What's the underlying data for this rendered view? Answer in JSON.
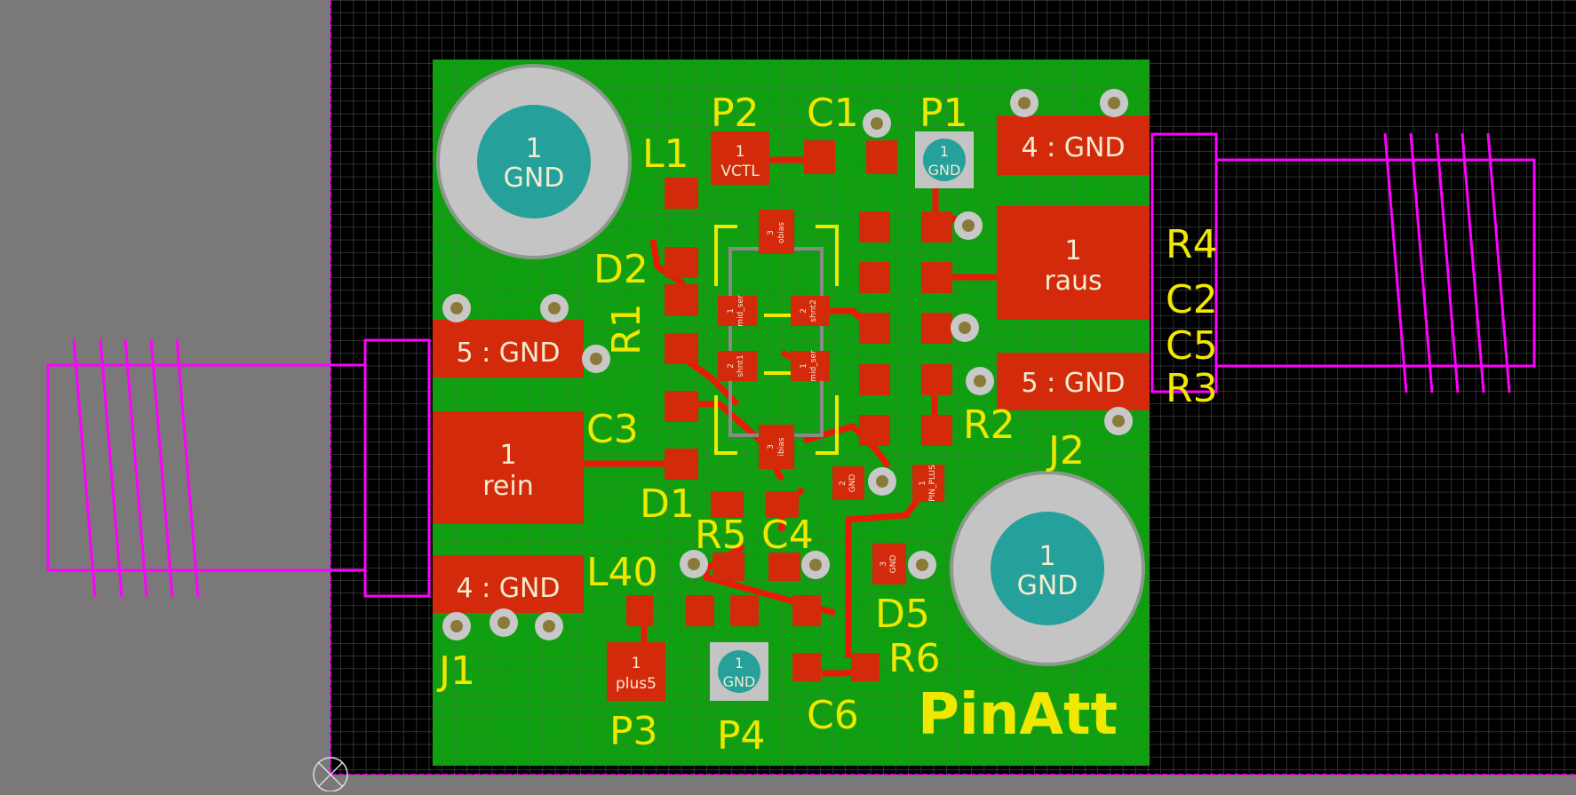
{
  "board": {
    "name": "PinAtt"
  },
  "colors": {
    "workspace": "#7a7878",
    "canvas": "#000000",
    "grid": "#5a5a5a",
    "copper": "#0fa00f",
    "pad": "#d42a0c",
    "silkscreen": "#f0e800",
    "outline": "#ff00ff",
    "via_ring": "#c8c8c8",
    "drill": "#25a09a"
  },
  "references": {
    "P1": "P1",
    "P2": "P2",
    "P3": "P3",
    "P4": "P4",
    "C1": "C1",
    "C2": "C2",
    "C3": "C3",
    "C4": "C4",
    "C5": "C5",
    "C6": "C6",
    "L1": "L1",
    "L40": "L40",
    "D1": "D1",
    "D2": "D2",
    "D5": "D5",
    "R1": "R1",
    "R2": "R2",
    "R3": "R3",
    "R4": "R4",
    "R5": "R5",
    "R6": "R6",
    "J1": "J1",
    "J2": "J2"
  },
  "pads": {
    "hole_tl": {
      "num": "1",
      "net": "GND"
    },
    "hole_br": {
      "num": "1",
      "net": "GND"
    },
    "p1": {
      "num": "1",
      "net": "GND"
    },
    "p2": {
      "num": "1",
      "net": "VCTL"
    },
    "p3": {
      "num": "1",
      "net": "plus5"
    },
    "p4": {
      "num": "1",
      "net": "GND"
    },
    "j2_top": {
      "label": "4 : GND"
    },
    "j2_mid": {
      "num": "1",
      "net": "raus"
    },
    "j2_bot": {
      "label": "5 : GND"
    },
    "j1_top": {
      "label": "5 : GND"
    },
    "j1_mid": {
      "num": "1",
      "net": "rein"
    },
    "j1_bot": {
      "label": "4 : GND"
    },
    "u_obias": {
      "num": "3",
      "net": "obias"
    },
    "u_mid_ser_a": {
      "num": "1",
      "net": "mid_ser"
    },
    "u_shnt2": {
      "num": "2",
      "net": "shnt2"
    },
    "u_shnt1": {
      "num": "2",
      "net": "shnt1"
    },
    "u_mid_ser_b": {
      "num": "1",
      "net": "mid_ser"
    },
    "u_ibias": {
      "num": "3",
      "net": "ibias"
    },
    "d5_gnd2": {
      "num": "2",
      "net": "GND"
    },
    "d5_pin_plus": {
      "num": "1",
      "net": "PIN_PLUS"
    },
    "d5_gnd3": {
      "num": "3",
      "net": "GND"
    }
  }
}
